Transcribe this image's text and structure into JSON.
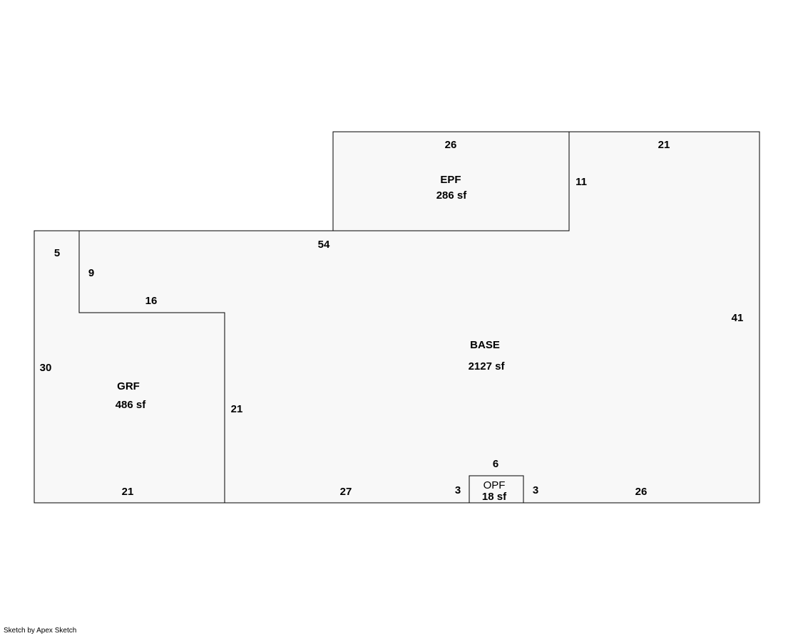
{
  "areas": {
    "base": {
      "name": "BASE",
      "size": "2127 sf"
    },
    "epf": {
      "name": "EPF",
      "size": "286 sf"
    },
    "grf": {
      "name": "GRF",
      "size": "486 sf"
    },
    "opf": {
      "name": "OPF",
      "size": "18 sf"
    }
  },
  "dimensions": {
    "epf_top": "26",
    "base_top_right": "21",
    "epf_right": "11",
    "base_top_middle": "54",
    "left_top_segment": "5",
    "grf_notch_vertical": "9",
    "grf_top": "16",
    "base_right": "41",
    "left_side": "30",
    "grf_right": "21",
    "opf_top": "6",
    "grf_bottom": "21",
    "base_bottom_left": "27",
    "opf_left": "3",
    "opf_right": "3",
    "base_bottom_right": "26"
  },
  "footer": {
    "credit": "Sketch by Apex Sketch"
  },
  "colors": {
    "fill": "#f8f8f8",
    "line": "#000000",
    "background": "#ffffff"
  }
}
